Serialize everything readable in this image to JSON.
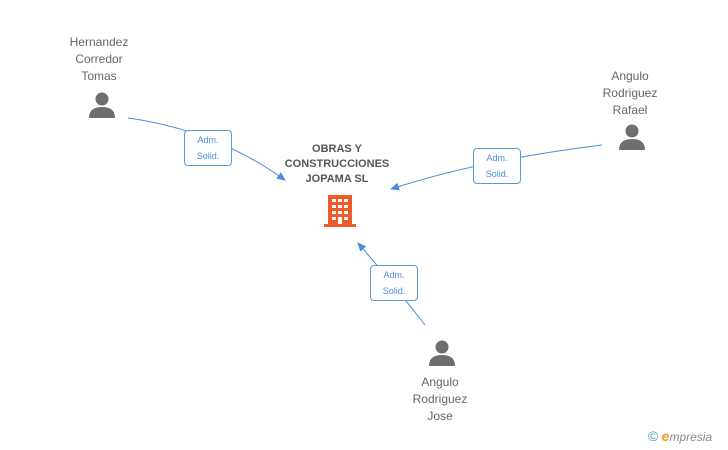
{
  "company": {
    "name_lines": [
      "OBRAS Y",
      "CONSTRUCCIONES",
      "JOPAMA SL"
    ]
  },
  "people": [
    {
      "name_lines": [
        "Hernandez",
        "Corredor",
        "Tomas"
      ],
      "role_lines": [
        "Adm.",
        "Solid."
      ]
    },
    {
      "name_lines": [
        "Angulo",
        "Rodriguez",
        "Rafael"
      ],
      "role_lines": [
        "Adm.",
        "Solid."
      ]
    },
    {
      "name_lines": [
        "Angulo",
        "Rodriguez",
        "Jose"
      ],
      "role_lines": [
        "Adm.",
        "Solid."
      ]
    }
  ],
  "colors": {
    "edge": "#4a8fd6",
    "person_icon": "#6e6e6e",
    "company_icon": "#f05a28"
  },
  "footer": {
    "copyright_symbol": "©",
    "brand_initial": "e",
    "brand_rest": "mpresia"
  }
}
